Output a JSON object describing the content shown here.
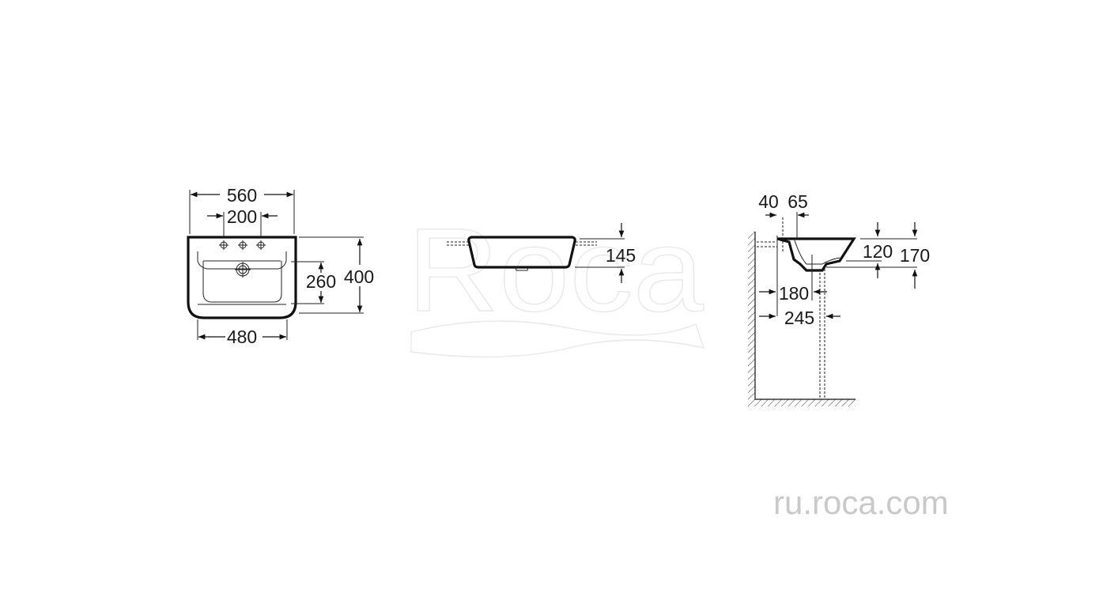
{
  "watermark": {
    "brand": "Roca"
  },
  "website": "ru.roca.com",
  "front_view": {
    "overall_width": "560",
    "tap_spacing": "200",
    "depth_overall": "400",
    "bowl_depth": "260",
    "bottom_width": "480"
  },
  "top_view": {
    "height": "145"
  },
  "side_view": {
    "wall_offset": "40",
    "tap_offset": "65",
    "bowl_height": "120",
    "overall_height": "170",
    "drain_180": "180",
    "drain_245": "245"
  }
}
